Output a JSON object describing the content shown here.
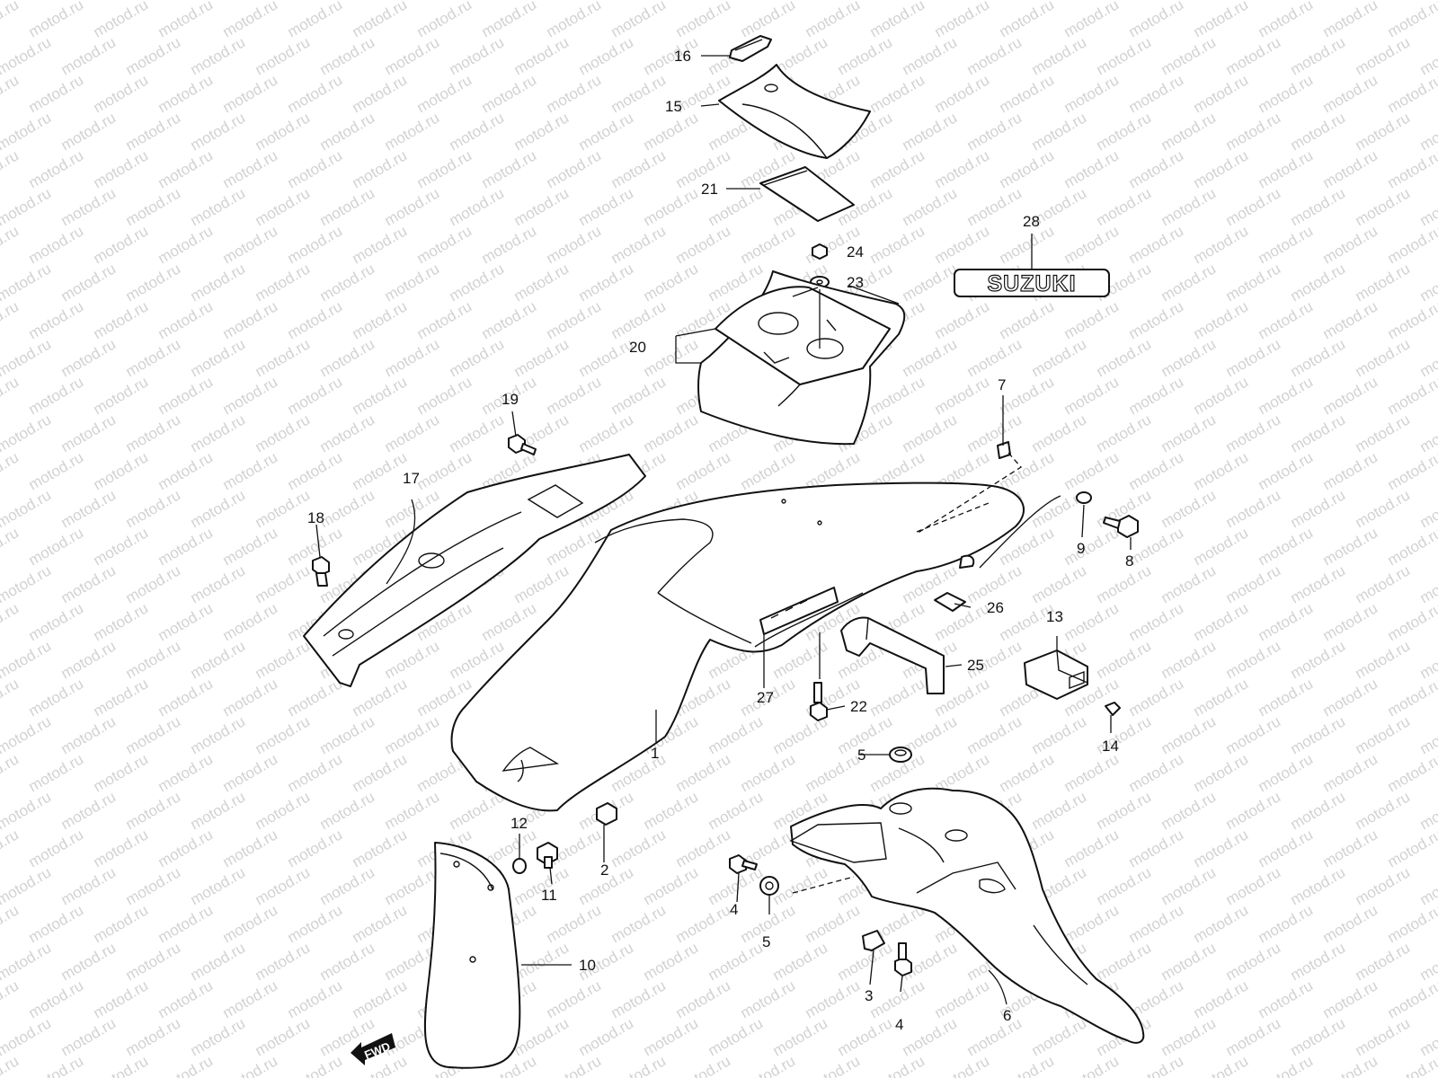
{
  "watermark": "motod.ru",
  "logo": {
    "text": "SUZUKI"
  },
  "direction_badge": {
    "text": "FWD"
  },
  "callouts": [
    {
      "id": "c1",
      "label": "1"
    },
    {
      "id": "c2",
      "label": "2"
    },
    {
      "id": "c3",
      "label": "3"
    },
    {
      "id": "c4a",
      "label": "4"
    },
    {
      "id": "c4b",
      "label": "4"
    },
    {
      "id": "c5a",
      "label": "5"
    },
    {
      "id": "c5b",
      "label": "5"
    },
    {
      "id": "c6",
      "label": "6"
    },
    {
      "id": "c7",
      "label": "7"
    },
    {
      "id": "c8",
      "label": "8"
    },
    {
      "id": "c9",
      "label": "9"
    },
    {
      "id": "c10",
      "label": "10"
    },
    {
      "id": "c11",
      "label": "11"
    },
    {
      "id": "c12",
      "label": "12"
    },
    {
      "id": "c13",
      "label": "13"
    },
    {
      "id": "c14",
      "label": "14"
    },
    {
      "id": "c15",
      "label": "15"
    },
    {
      "id": "c16",
      "label": "16"
    },
    {
      "id": "c17",
      "label": "17"
    },
    {
      "id": "c18",
      "label": "18"
    },
    {
      "id": "c19",
      "label": "19"
    },
    {
      "id": "c20",
      "label": "20"
    },
    {
      "id": "c21",
      "label": "21"
    },
    {
      "id": "c22",
      "label": "22"
    },
    {
      "id": "c23",
      "label": "23"
    },
    {
      "id": "c24",
      "label": "24"
    },
    {
      "id": "c25",
      "label": "25"
    },
    {
      "id": "c26",
      "label": "26"
    },
    {
      "id": "c27",
      "label": "27"
    },
    {
      "id": "c28",
      "label": "28"
    }
  ]
}
